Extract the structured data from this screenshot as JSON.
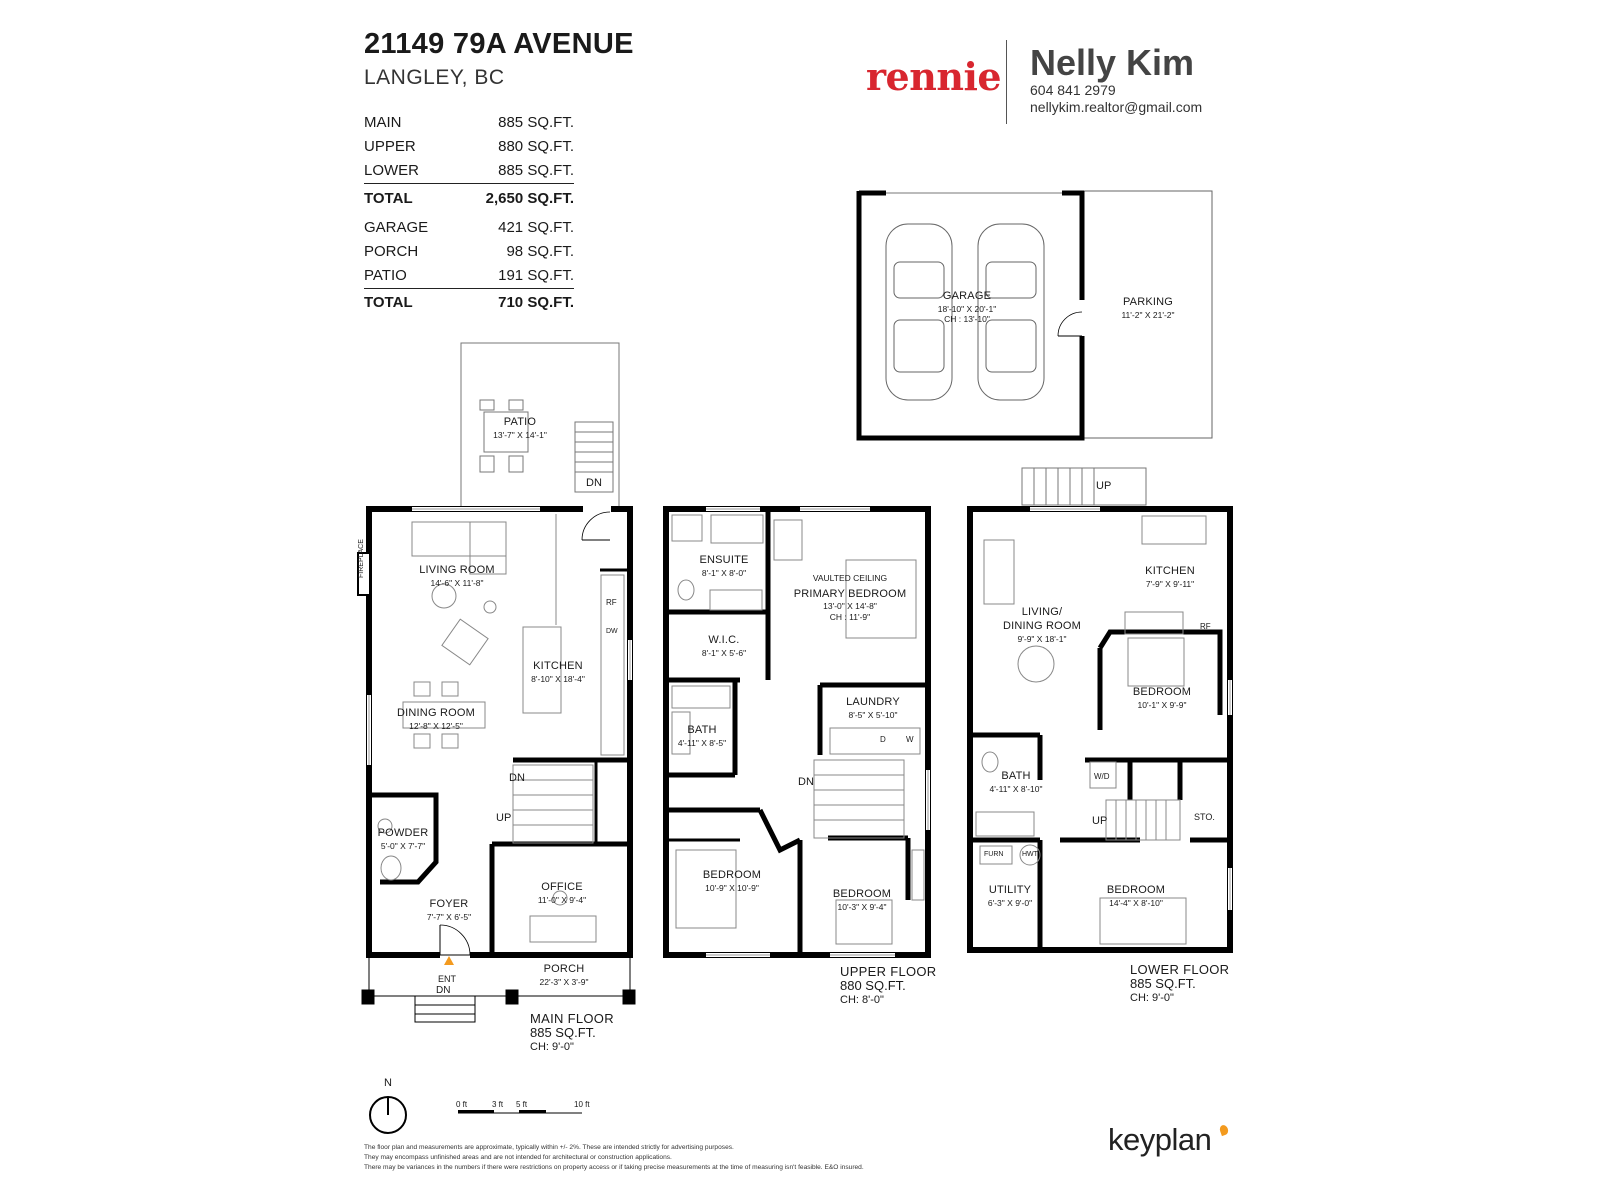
{
  "header": {
    "address": "21149 79A AVENUE",
    "city": "LANGLEY, BC"
  },
  "areas": {
    "living": [
      {
        "label": "MAIN",
        "value": "885 SQ.FT."
      },
      {
        "label": "UPPER",
        "value": "880 SQ.FT."
      },
      {
        "label": "LOWER",
        "value": "885 SQ.FT."
      }
    ],
    "living_total": {
      "label": "TOTAL",
      "value": "2,650 SQ.FT."
    },
    "other": [
      {
        "label": "GARAGE",
        "value": "421 SQ.FT."
      },
      {
        "label": "PORCH",
        "value": "98 SQ.FT."
      },
      {
        "label": "PATIO",
        "value": "191 SQ.FT."
      }
    ],
    "other_total": {
      "label": "TOTAL",
      "value": "710 SQ.FT."
    }
  },
  "branding": {
    "brokerage": "rennie",
    "brokerage_color": "#d8262f",
    "agent_name": "Nelly Kim",
    "agent_phone": "604 841 2979",
    "agent_email": "nellykim.realtor@gmail.com",
    "plan_provider": "keyplan",
    "plan_provider_accent": "#f39a1e"
  },
  "garage_plan": {
    "garage": {
      "name": "GARAGE",
      "dims": "18'-10\" X 20'-1\"",
      "ch": "CH : 13'-10\""
    },
    "parking": {
      "name": "PARKING",
      "dims": "11'-2\" X 21'-2\""
    }
  },
  "main_floor": {
    "caption_name": "MAIN FLOOR",
    "caption_area": "885 SQ.FT.",
    "caption_ch": "CH: 9'-0\"",
    "rooms": {
      "patio": {
        "name": "PATIO",
        "dims": "13'-7\" X 14'-1\""
      },
      "living": {
        "name": "LIVING ROOM",
        "dims": "14'-6\" X 11'-8\""
      },
      "kitchen": {
        "name": "KITCHEN",
        "dims": "8'-10\" X 18'-4\""
      },
      "dining": {
        "name": "DINING ROOM",
        "dims": "12'-8\" X 12'-5\""
      },
      "powder": {
        "name": "POWDER",
        "dims": "5'-0\" X 7'-7\""
      },
      "office": {
        "name": "OFFICE",
        "dims": "11'-0\" X 9'-4\""
      },
      "foyer": {
        "name": "FOYER",
        "dims": "7'-7\" X 6'-5\""
      },
      "porch": {
        "name": "PORCH",
        "dims": "22'-3\" X 3'-9\""
      }
    },
    "labels": {
      "fireplace": "FIREPLACE",
      "dn_patio": "DN",
      "dn_stairs": "DN",
      "up_stairs": "UP",
      "ent": "ENT",
      "dn_ent": "DN",
      "rf": "RF",
      "dw": "DW"
    }
  },
  "upper_floor": {
    "caption_name": "UPPER FLOOR",
    "caption_area": "880 SQ.FT.",
    "caption_ch": "CH: 8'-0\"",
    "rooms": {
      "ensuite": {
        "name": "ENSUITE",
        "dims": "8'-1\" X 8'-0\""
      },
      "primary": {
        "note": "VAULTED CEILING",
        "name": "PRIMARY BEDROOM",
        "dims": "13'-0\" X 14'-8\"",
        "ch": "CH : 11'-9\""
      },
      "wic": {
        "name": "W.I.C.",
        "dims": "8'-1\" X 5'-6\""
      },
      "laundry": {
        "name": "LAUNDRY",
        "dims": "8'-5\" X 5'-10\""
      },
      "bath": {
        "name": "BATH",
        "dims": "4'-11\" X 8'-5\""
      },
      "bedroom1": {
        "name": "BEDROOM",
        "dims": "10'-9\" X 10'-9\""
      },
      "bedroom2": {
        "name": "BEDROOM",
        "dims": "10'-3\" X 9'-4\""
      }
    },
    "labels": {
      "dn": "DN",
      "d": "D",
      "w": "W"
    }
  },
  "lower_floor": {
    "caption_name": "LOWER FLOOR",
    "caption_area": "885 SQ.FT.",
    "caption_ch": "CH: 9'-0\"",
    "rooms": {
      "kitchen": {
        "name": "KITCHEN",
        "dims": "7'-9\" X 9'-11\""
      },
      "living": {
        "name": "LIVING/",
        "name2": "DINING ROOM",
        "dims": "9'-9\" X 18'-1\""
      },
      "bedroom1": {
        "name": "BEDROOM",
        "dims": "10'-1\" X 9'-9\""
      },
      "bath": {
        "name": "BATH",
        "dims": "4'-11\" X 8'-10\""
      },
      "utility": {
        "name": "UTILITY",
        "dims": "6'-3\" X 9'-0\""
      },
      "bedroom2": {
        "name": "BEDROOM",
        "dims": "14'-4\" X 8'-10\""
      }
    },
    "labels": {
      "up_outside": "UP",
      "up_stairs": "UP",
      "rf": "RF",
      "wd": "W/D",
      "sto": "STO.",
      "furn": "FURN",
      "hwt": "HWT"
    }
  },
  "legend": {
    "north": "N",
    "scale_0": "0 ft",
    "scale_3": "3 ft",
    "scale_5": "5 ft",
    "scale_10": "10 ft"
  },
  "disclaimer": [
    "The floor plan and measurements are approximate, typically within +/- 2%. These are intended strictly for advertising purposes.",
    "They may encompass unfinished areas and are not intended for architectural or construction applications.",
    "There may be variances in the numbers if there were restrictions on property access or if taking precise measurements at the time of measuring isn't feasible. E&O insured."
  ]
}
